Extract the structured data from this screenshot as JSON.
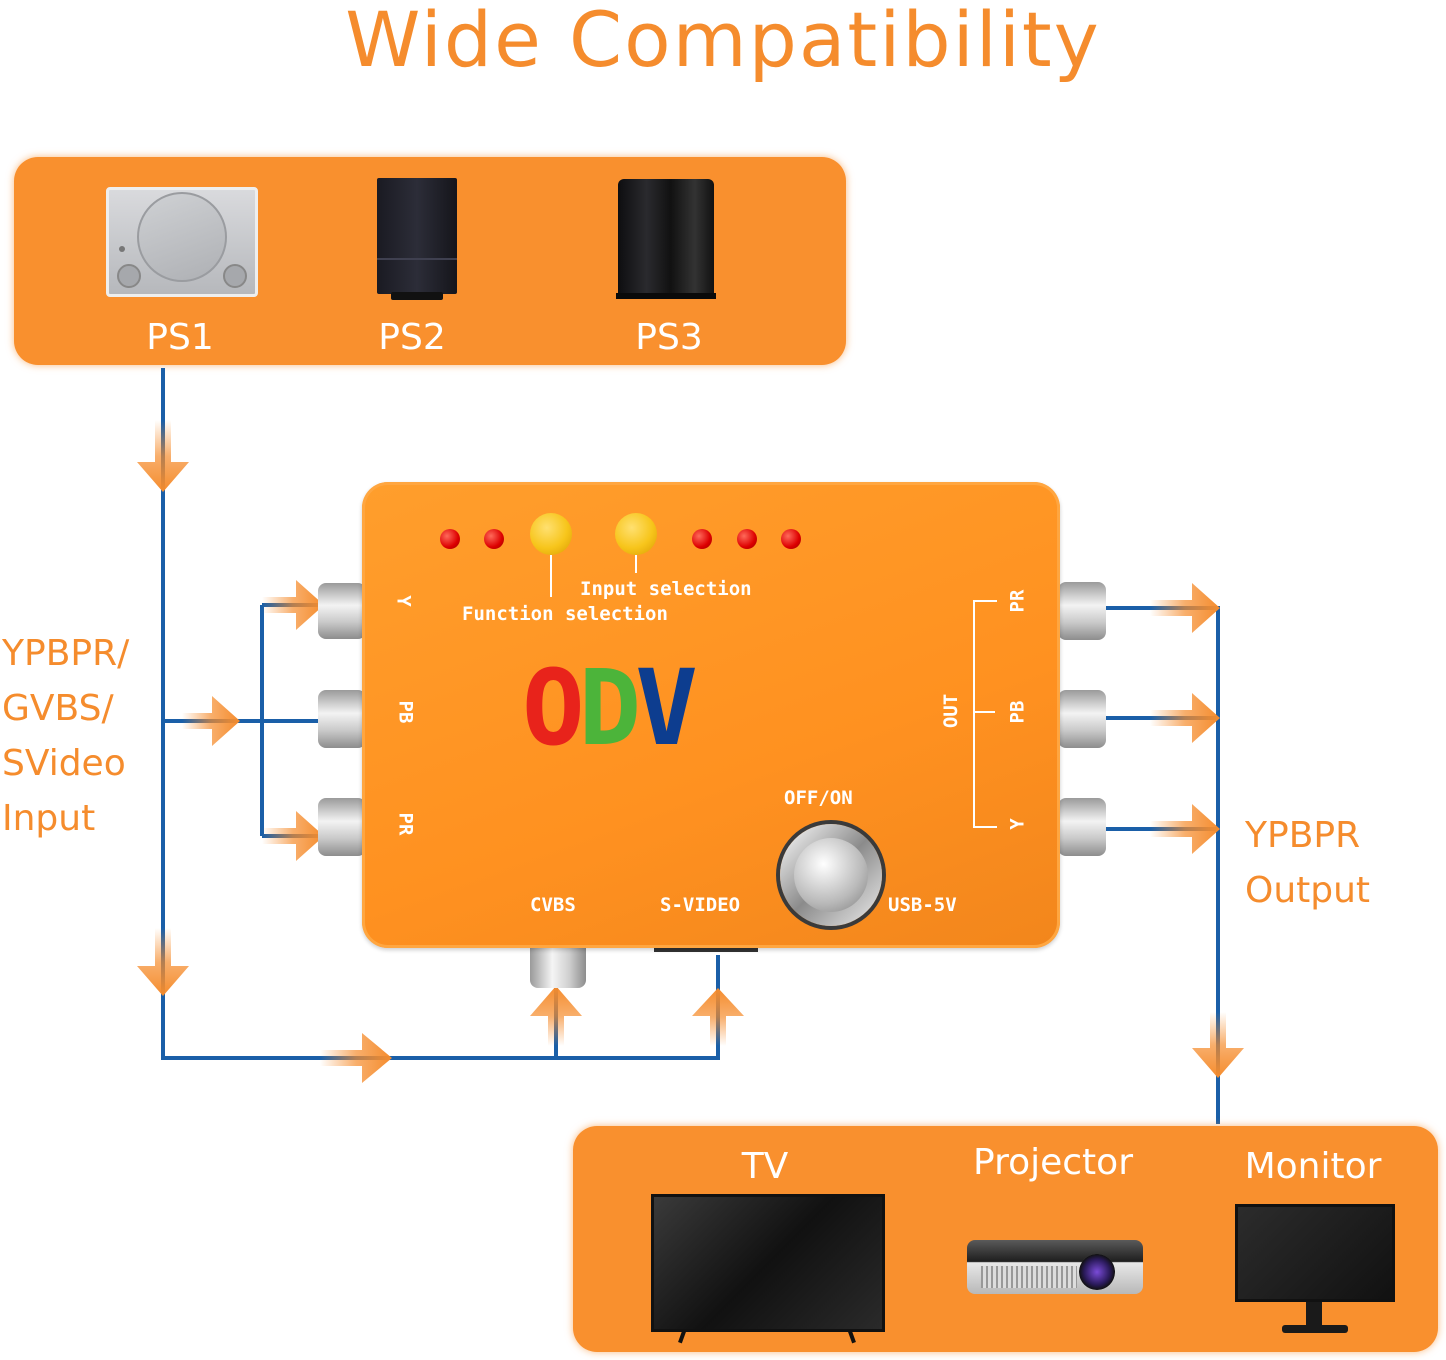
{
  "title": "Wide Compatibility",
  "sources": [
    {
      "label": "PS1",
      "icon": "ps1-console-icon"
    },
    {
      "label": "PS2",
      "icon": "ps2-console-icon"
    },
    {
      "label": "PS3",
      "icon": "ps3-console-icon"
    }
  ],
  "input_text": [
    "YPBPR/",
    "GVBS/",
    "SVideo",
    "Input"
  ],
  "output_text": [
    "YPBPR",
    "Output"
  ],
  "device": {
    "logo": [
      "O",
      "D",
      "V"
    ],
    "logo_colors": [
      "#e8231b",
      "#4cb43a",
      "#0d3d8f"
    ],
    "input_selection": "Input selection",
    "function_selection": "Function selection",
    "in_labels": [
      "Y",
      "PB",
      "PR"
    ],
    "out_labels": [
      "PR",
      "PB",
      "Y"
    ],
    "out": "OUT",
    "off_on": "OFF/ON",
    "cvbs": "CVBS",
    "svideo": "S-VIDEO",
    "usb": "USB-5V"
  },
  "displays": [
    {
      "label": "TV",
      "icon": "tv-icon"
    },
    {
      "label": "Projector",
      "icon": "projector-icon"
    },
    {
      "label": "Monitor",
      "icon": "monitor-icon"
    }
  ],
  "colors": {
    "accent": "#f58c2d",
    "panel": "#f9902e",
    "line": "#1a5fa8",
    "led_red": "#e00f0f",
    "button_yellow": "#f7c51b"
  }
}
